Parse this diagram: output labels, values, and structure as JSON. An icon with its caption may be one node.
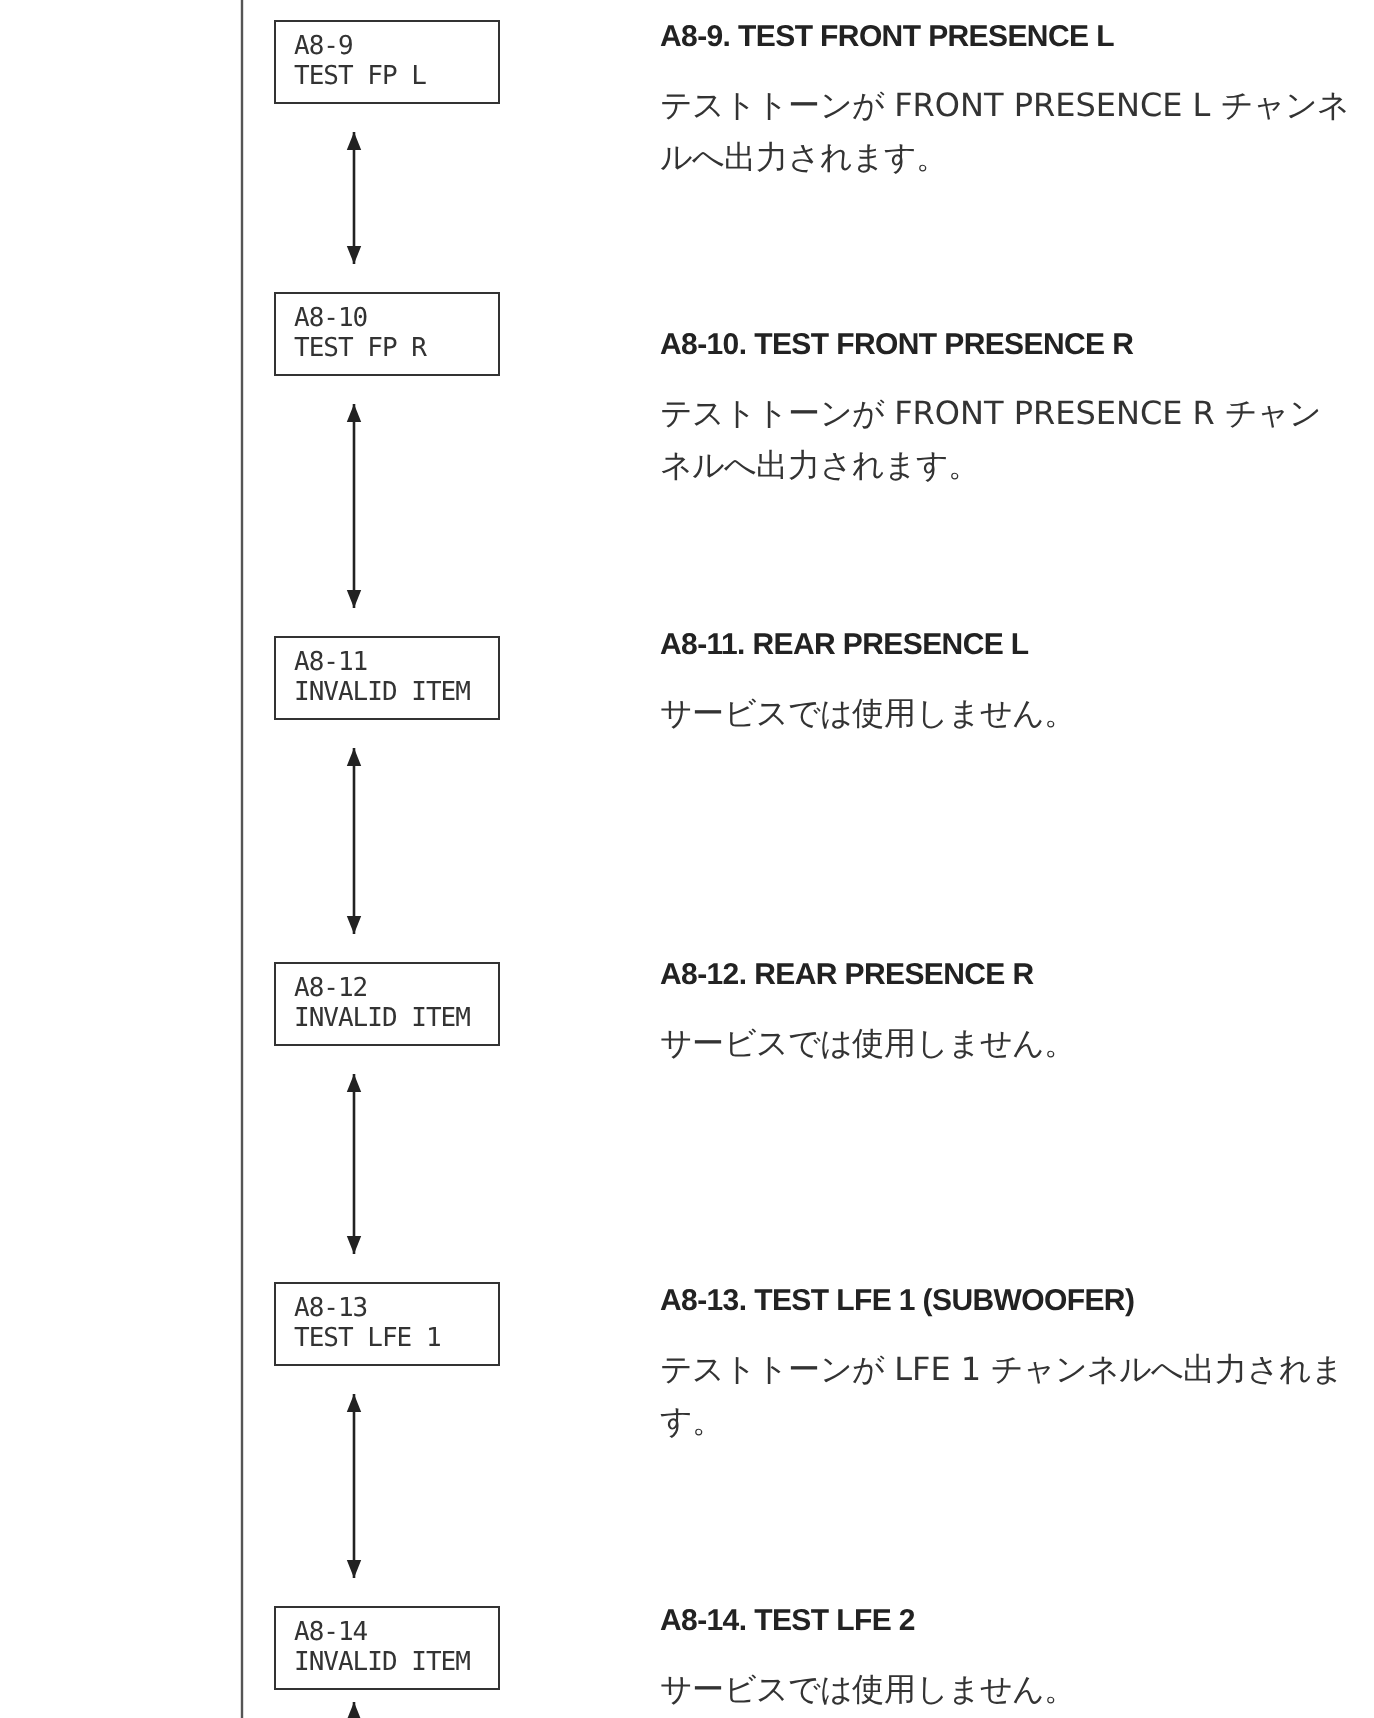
{
  "diagram": {
    "nodes": [
      {
        "text": [
          "A8-9",
          "TEST FP L"
        ]
      },
      {
        "text": [
          "A8-10",
          "TEST FP R"
        ]
      },
      {
        "text": [
          "A8-11",
          "INVALID ITEM"
        ]
      },
      {
        "text": [
          "A8-12",
          "INVALID ITEM"
        ]
      },
      {
        "text": [
          "A8-13",
          "TEST LFE 1"
        ]
      },
      {
        "text": [
          "A8-14",
          "INVALID ITEM"
        ]
      }
    ],
    "edges": [
      {
        "from": 0,
        "to": 1,
        "arrow": "both"
      },
      {
        "from": 1,
        "to": 2,
        "arrow": "both"
      },
      {
        "from": 2,
        "to": 3,
        "arrow": "both"
      },
      {
        "from": 3,
        "to": 4,
        "arrow": "both"
      },
      {
        "from": 4,
        "to": 5,
        "arrow": "both"
      },
      {
        "from": null,
        "to": 5,
        "arrow": "to"
      }
    ],
    "labels": [
      "A8-9. TEST FRONT PRESENCE L",
      "テストトーンが FRONT PRESENCE L チャンネルへ出力されます。",
      "A8-10. TEST FRONT PRESENCE R",
      "テストトーンが FRONT PRESENCE R チャンネルへ出力されます。",
      "A8-11. REAR PRESENCE L",
      "サービスでは使用しません。",
      "A8-12. REAR PRESENCE R",
      "サービスでは使用しません。",
      "A8-13. TEST LFE 1 (SUBWOOFER)",
      "テストトーンが LFE 1 チャンネルへ出力されます。",
      "A8-14. TEST LFE 2",
      "サービスでは使用しません。"
    ]
  }
}
